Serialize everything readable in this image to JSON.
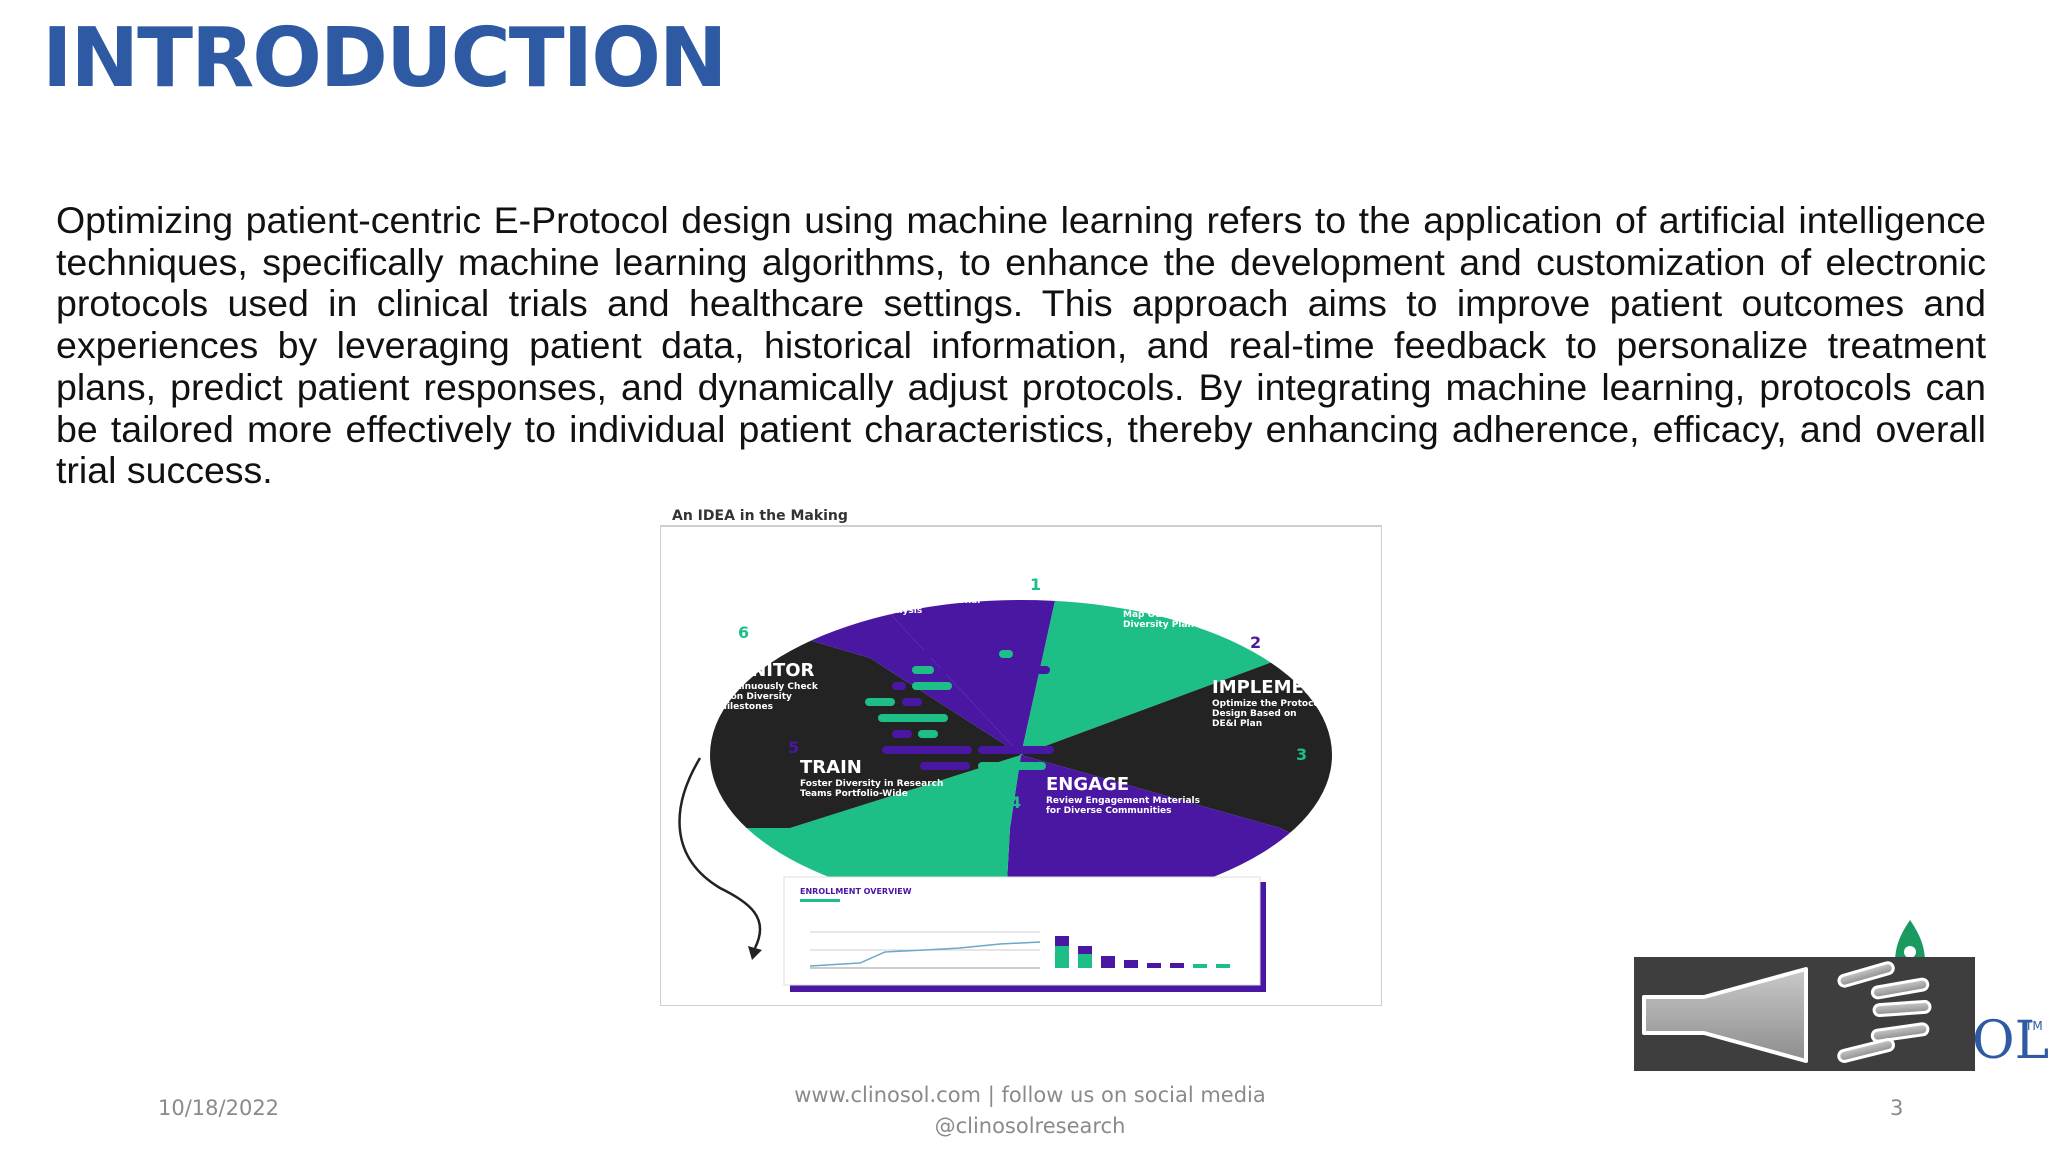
{
  "slide": {
    "title": "INTRODUCTION",
    "body": "Optimizing patient-centric E-Protocol design using machine learning refers to the application of artificial intelligence techniques, specifically machine learning algorithms, to enhance the development and customization of electronic protocols used in clinical trials and healthcare settings. This approach aims to improve patient outcomes and experiences by leveraging patient data, historical information, and real-time feedback to personalize treatment plans, predict patient responses, and dynamically adjust protocols. By integrating machine learning, protocols can be tailored more effectively to individual patient characteristics, thereby enhancing adherence, efficacy, and overall trial success."
  },
  "figure": {
    "caption": "An IDEA in the Making",
    "steps": [
      {
        "number": "1",
        "title": "RESEARCH",
        "subtitle_line1": "Conduct Situational",
        "subtitle_line2": "Analysis",
        "subtitle_line3": ""
      },
      {
        "number": "2",
        "title": "DESIGN",
        "subtitle_line1": "Map Out a Strategic",
        "subtitle_line2": "Diversity Plan",
        "subtitle_line3": ""
      },
      {
        "number": "3",
        "title": "IMPLEMENT",
        "subtitle_line1": "Optimize the Protocol",
        "subtitle_line2": "Design Based on",
        "subtitle_line3": "DE&I Plan"
      },
      {
        "number": "4",
        "title": "ENGAGE",
        "subtitle_line1": "Review Engagement Materials",
        "subtitle_line2": "for Diverse Communities",
        "subtitle_line3": ""
      },
      {
        "number": "5",
        "title": "TRAIN",
        "subtitle_line1": "Foster Diversity in Research",
        "subtitle_line2": "Teams Portfolio-Wide",
        "subtitle_line3": ""
      },
      {
        "number": "6",
        "title": "MONITOR",
        "subtitle_line1": "Continuously Check",
        "subtitle_line2": "in on Diversity",
        "subtitle_line3": "Milestones"
      }
    ],
    "dashboard_title": "ENROLLMENT OVERVIEW"
  },
  "logo": {
    "suffix": "OL",
    "trademark": "TM"
  },
  "footer": {
    "date": "10/18/2022",
    "website_line1": "www.clinosol.com | follow us on social media",
    "website_line2": "@clinosolresearch",
    "page_number": "3"
  },
  "colors": {
    "title": "#2e5aa4",
    "purple": "#4a17a3",
    "green": "#1dbf87",
    "dark": "#232323",
    "speaker_bg": "#3e3e3e"
  },
  "icons": {
    "speaker": "speaker-icon",
    "logo": "clinosol-logo-icon"
  }
}
